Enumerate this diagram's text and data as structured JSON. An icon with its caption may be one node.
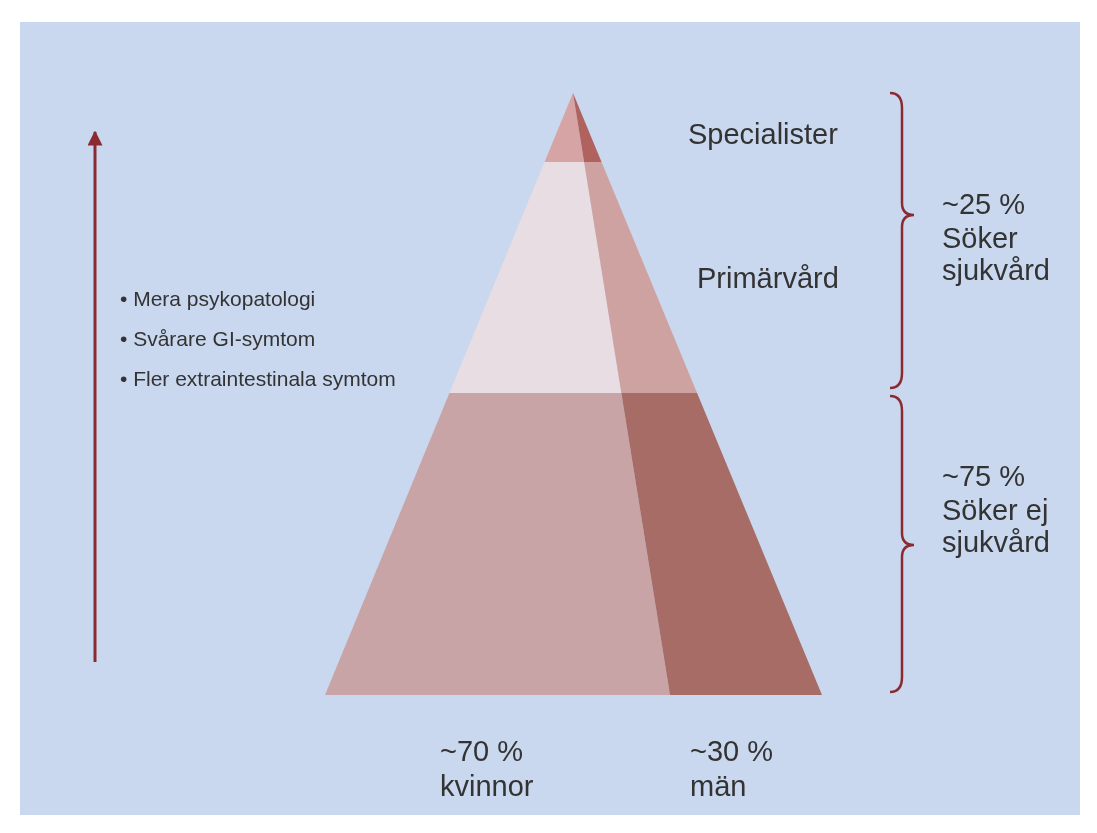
{
  "diagram": {
    "labels": [
      "Specialister",
      "~25 %",
      "Söker sjukvård",
      "Primärvård",
      "• Mera psykopatologi",
      "• Svårare GI-symtom",
      "• Fler extraintestinala symtom",
      "~75 %",
      "Söker ej sjukvård",
      "~70 %",
      "~30 %",
      "kvinnor",
      "män"
    ]
  }
}
